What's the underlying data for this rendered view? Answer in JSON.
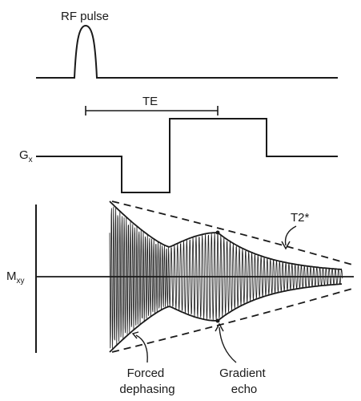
{
  "labels": {
    "rf_pulse": "RF pulse",
    "te": "TE",
    "gx_main": "G",
    "gx_sub": "x",
    "mxy_main": "M",
    "mxy_sub": "xy",
    "t2star": "T2*",
    "forced_line1": "Forced",
    "forced_line2": "dephasing",
    "gradient_line1": "Gradient",
    "gradient_line2": "echo"
  },
  "colors": {
    "ink": "#1a1a1a",
    "background": "#ffffff"
  }
}
